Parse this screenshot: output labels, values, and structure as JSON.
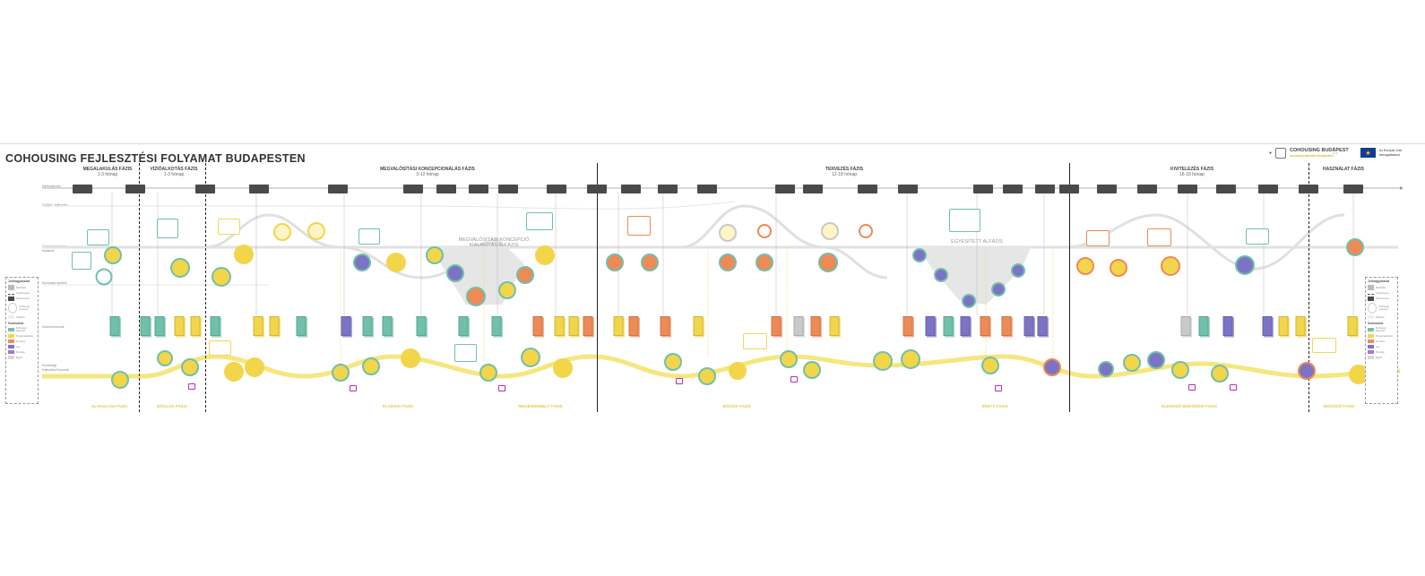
{
  "title": "COHOUSING FEJLESZTÉSI FOLYAMAT BUDAPESTEN",
  "logos": {
    "cohousing_name": "COHOUSING BUDAPEST",
    "cohousing_sub": "közösségi lakhatás Budapesten",
    "eu_text": "Az Európai Unió támogatásával",
    "eu_flag_stars": "★"
  },
  "phases": [
    {
      "name": "MEGALAKULÁS FÁZIS",
      "duration": "1-3 hónap"
    },
    {
      "name": "VÍZIÓALKOTÁS FÁZIS",
      "duration": "1-3 hónap"
    },
    {
      "name": "MEGVALÓSÍTÁSI KONCEPCIONÁLÁS FÁZIS",
      "duration": "3-12 hónap"
    },
    {
      "name": "TERVEZÉS FÁZIS",
      "duration": "12-18 hónap"
    },
    {
      "name": "KIVITELEZÉS FÁZIS",
      "duration": "16-18 hónap"
    },
    {
      "name": "HASZNÁLAT FÁZIS",
      "duration": ""
    }
  ],
  "bottom_phases": [
    "ALAKULÁSI FÁZIS",
    "BÖGLÁS FÁZIS",
    "ELADÁSI FÁZIS",
    "MEGÉRDEMELT FÁZIS",
    "BŐGŐS FÁZIS",
    "ÉRETT FÁZIS",
    "ELÉGEDŐ MŰKÖDÉSI FÁZIS",
    "MŰKÖDŐ FÁZIS"
  ],
  "row_labels": {
    "milestones": "Mérföldkövek",
    "upper": "Gyűjtés, fejlesztés",
    "project": "Projekt fejlesztési folyamat",
    "lower": "Közösség építése",
    "documents": "Dokumentumok",
    "community": "Közösségi fejlesztési folyamat"
  },
  "area_labels": {
    "concept": "MEGVALÓSÍTÁSI KONCEPCIÓ",
    "concept_sub": "KIALAKÍTÁS ALFÁZIS",
    "unified": "EGYESÍTETT ALFÁZIS"
  },
  "legend_left": {
    "title": "Jelmagyarázat",
    "items": [
      "Mérföldkő",
      "Tevékenység",
      "Dokumentum",
      "Közösségi esemény",
      "Hajtóerő"
    ],
    "colors_title": "Színkódok",
    "colors": [
      "Közösségi fejlesztés",
      "Projekt fejlesztés",
      "Tervezés",
      "Jog",
      "Pénzügy",
      "Egyéb"
    ]
  },
  "legend_right": {
    "title": "Jelmagyarázat",
    "items": [
      "Mérföldkő",
      "Tevékenység",
      "Dokumentum",
      "Közösségi esemény",
      "Hajtóerő"
    ],
    "colors_title": "Színkódok",
    "colors": [
      "Közösségi fejlesztés",
      "Projekt fejlesztés",
      "Tervezés",
      "Jog",
      "Pénzügy",
      "Egyéb"
    ]
  },
  "palette": {
    "teal": "#6fc1aa",
    "yellow": "#f3d54a",
    "orange": "#ee8a55",
    "purple": "#7d73c6",
    "grey": "#c9c9c9",
    "dark": "#4a4a4a",
    "magenta": "#bb2bb6"
  }
}
